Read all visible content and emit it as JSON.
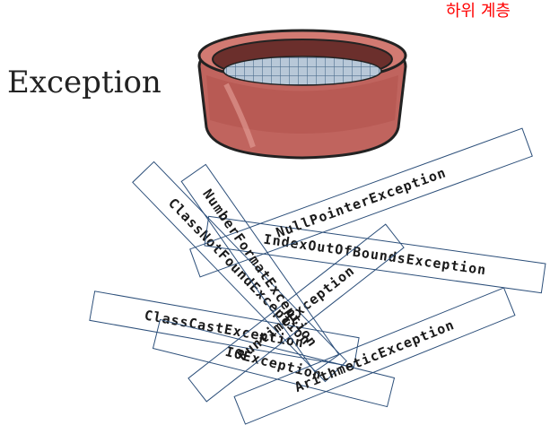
{
  "header_text": "하위 계층",
  "title": "Exception",
  "sieve": {
    "rim_color": "#c0645e",
    "mesh_color": "#5a7a9a",
    "icon": "sieve-icon"
  },
  "exception_labels": [
    "ClassNotFoundException",
    "IndexOutOfBoundsException",
    "NullPointerException",
    "ClassCastException",
    "IOException",
    "ArithmeticException",
    "RuntimeException",
    "NumberFormatException"
  ]
}
